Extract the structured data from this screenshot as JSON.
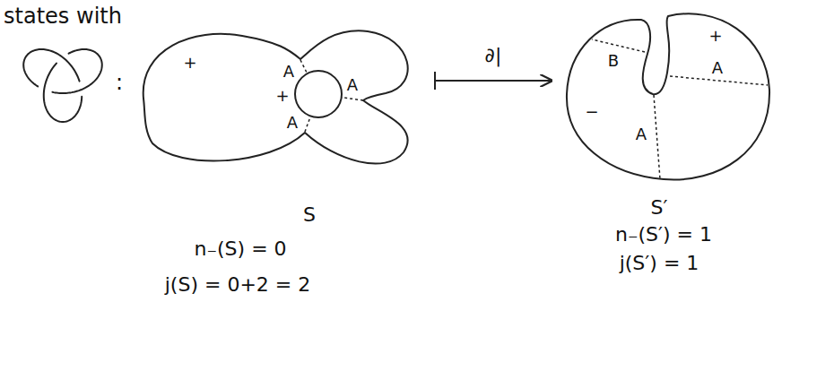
{
  "diagram": {
    "nodes": [
      {
        "text": [
          "+",
          "+",
          "A",
          "A",
          "A",
          "S",
          "n₋(S) = 0",
          "j(S) = 0+2 = 2"
        ]
      },
      {
        "text": [
          "+",
          "−",
          "B",
          "A",
          "A",
          "S′",
          "n₋(S′) = 1",
          "j(S′) = 1"
        ]
      }
    ],
    "edges": [
      {
        "from": 0,
        "to": 1,
        "arrow": "to",
        "label": "∂|"
      }
    ],
    "labels": [
      "states with",
      ":"
    ]
  }
}
